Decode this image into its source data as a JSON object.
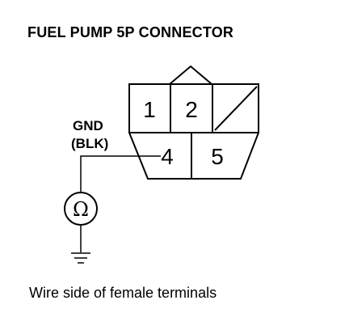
{
  "title": "FUEL PUMP 5P CONNECTOR",
  "caption": "Wire side of female terminals",
  "wire": {
    "name": "GND",
    "color": "(BLK)"
  },
  "terminals": [
    "1",
    "2",
    "4",
    "5"
  ],
  "meter_symbol": "Ω",
  "icons": {
    "meter": "ohmmeter-icon",
    "ground": "ground-icon"
  }
}
